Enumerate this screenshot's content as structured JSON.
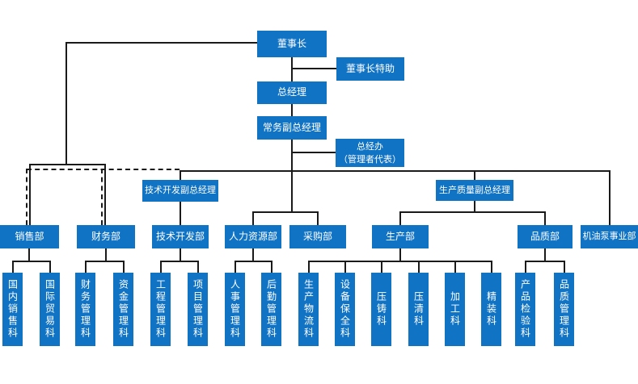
{
  "colors": {
    "node_fill": "#1173C4",
    "node_text": "#ffffff",
    "connector": "#1a1a1a",
    "background": "#ffffff"
  },
  "org": {
    "chairman": "董事长",
    "chairman_assistant": "董事长特助",
    "general_manager": "总经理",
    "executive_deputy_gm": "常务副总经理",
    "gm_office": "总经办\n（管理者代表）",
    "deputies": {
      "tech_dev": "技术开发副总经理",
      "prod_quality": "生产质量副总经理"
    },
    "departments": {
      "sales": {
        "label": "销售部",
        "sections": {
          "domestic_sales": "国内销售科",
          "international_trade": "国际贸易科"
        }
      },
      "finance": {
        "label": "财务部",
        "sections": {
          "finance_management": "财务管理科",
          "funds_management": "资金管理科"
        }
      },
      "tech_dev": {
        "label": "技术开发部",
        "sections": {
          "engineering_management": "工程管理科",
          "project_management": "项目管理科"
        }
      },
      "hr": {
        "label": "人力资源部",
        "sections": {
          "personnel_management": "人事管理科",
          "logistics_management": "后勤管理科"
        }
      },
      "purchasing": {
        "label": "采购部"
      },
      "production": {
        "label": "生产部",
        "sections": {
          "production_logistics": "生产物流科",
          "equipment_maintenance": "设备保全科",
          "die_casting": "压铸科",
          "pressure_cleaning": "压清科",
          "machining": "加工科",
          "finishing": "精装科"
        }
      },
      "quality": {
        "label": "品质部",
        "sections": {
          "product_inspection": "产品检验科",
          "quality_management": "品质管理科"
        }
      },
      "oil_pump": {
        "label": "机油泵事业部"
      }
    }
  }
}
